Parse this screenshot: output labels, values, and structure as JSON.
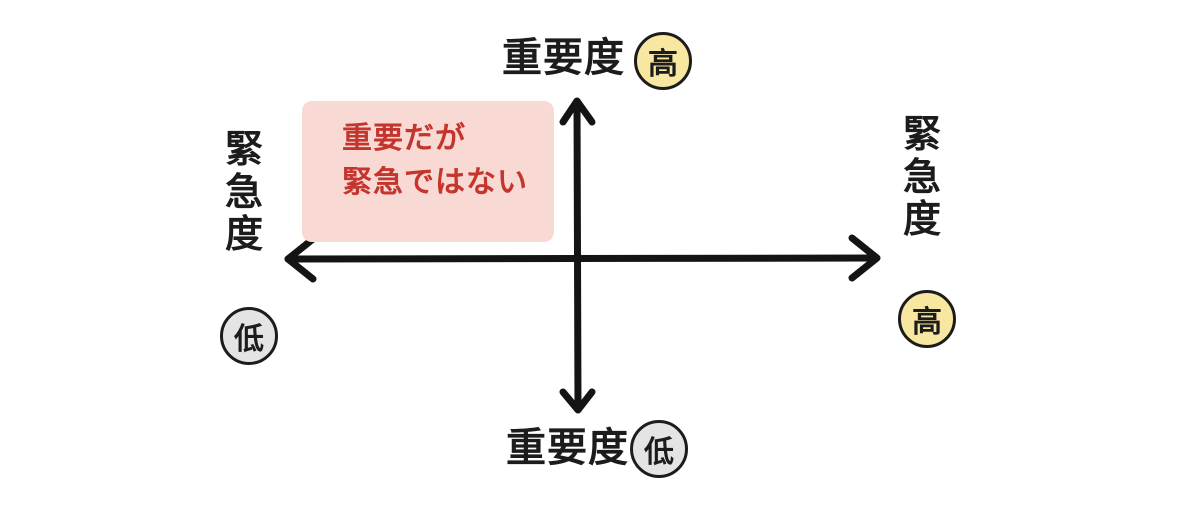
{
  "colors": {
    "axis": "#141414",
    "high_badge_fill": "#f7e7a1",
    "low_badge_fill": "#e4e4e4",
    "note_fill": "#f8d9d4",
    "note_text": "#c4352e"
  },
  "axes": {
    "top_label": "重要度",
    "top_badge": "高",
    "bottom_label": "重要度",
    "bottom_badge": "低",
    "left_label": "緊急度",
    "left_badge": "低",
    "right_label": "緊急度",
    "right_badge": "高"
  },
  "quadrant_note": {
    "line1": "重要だが",
    "line2": "緊急ではない"
  }
}
